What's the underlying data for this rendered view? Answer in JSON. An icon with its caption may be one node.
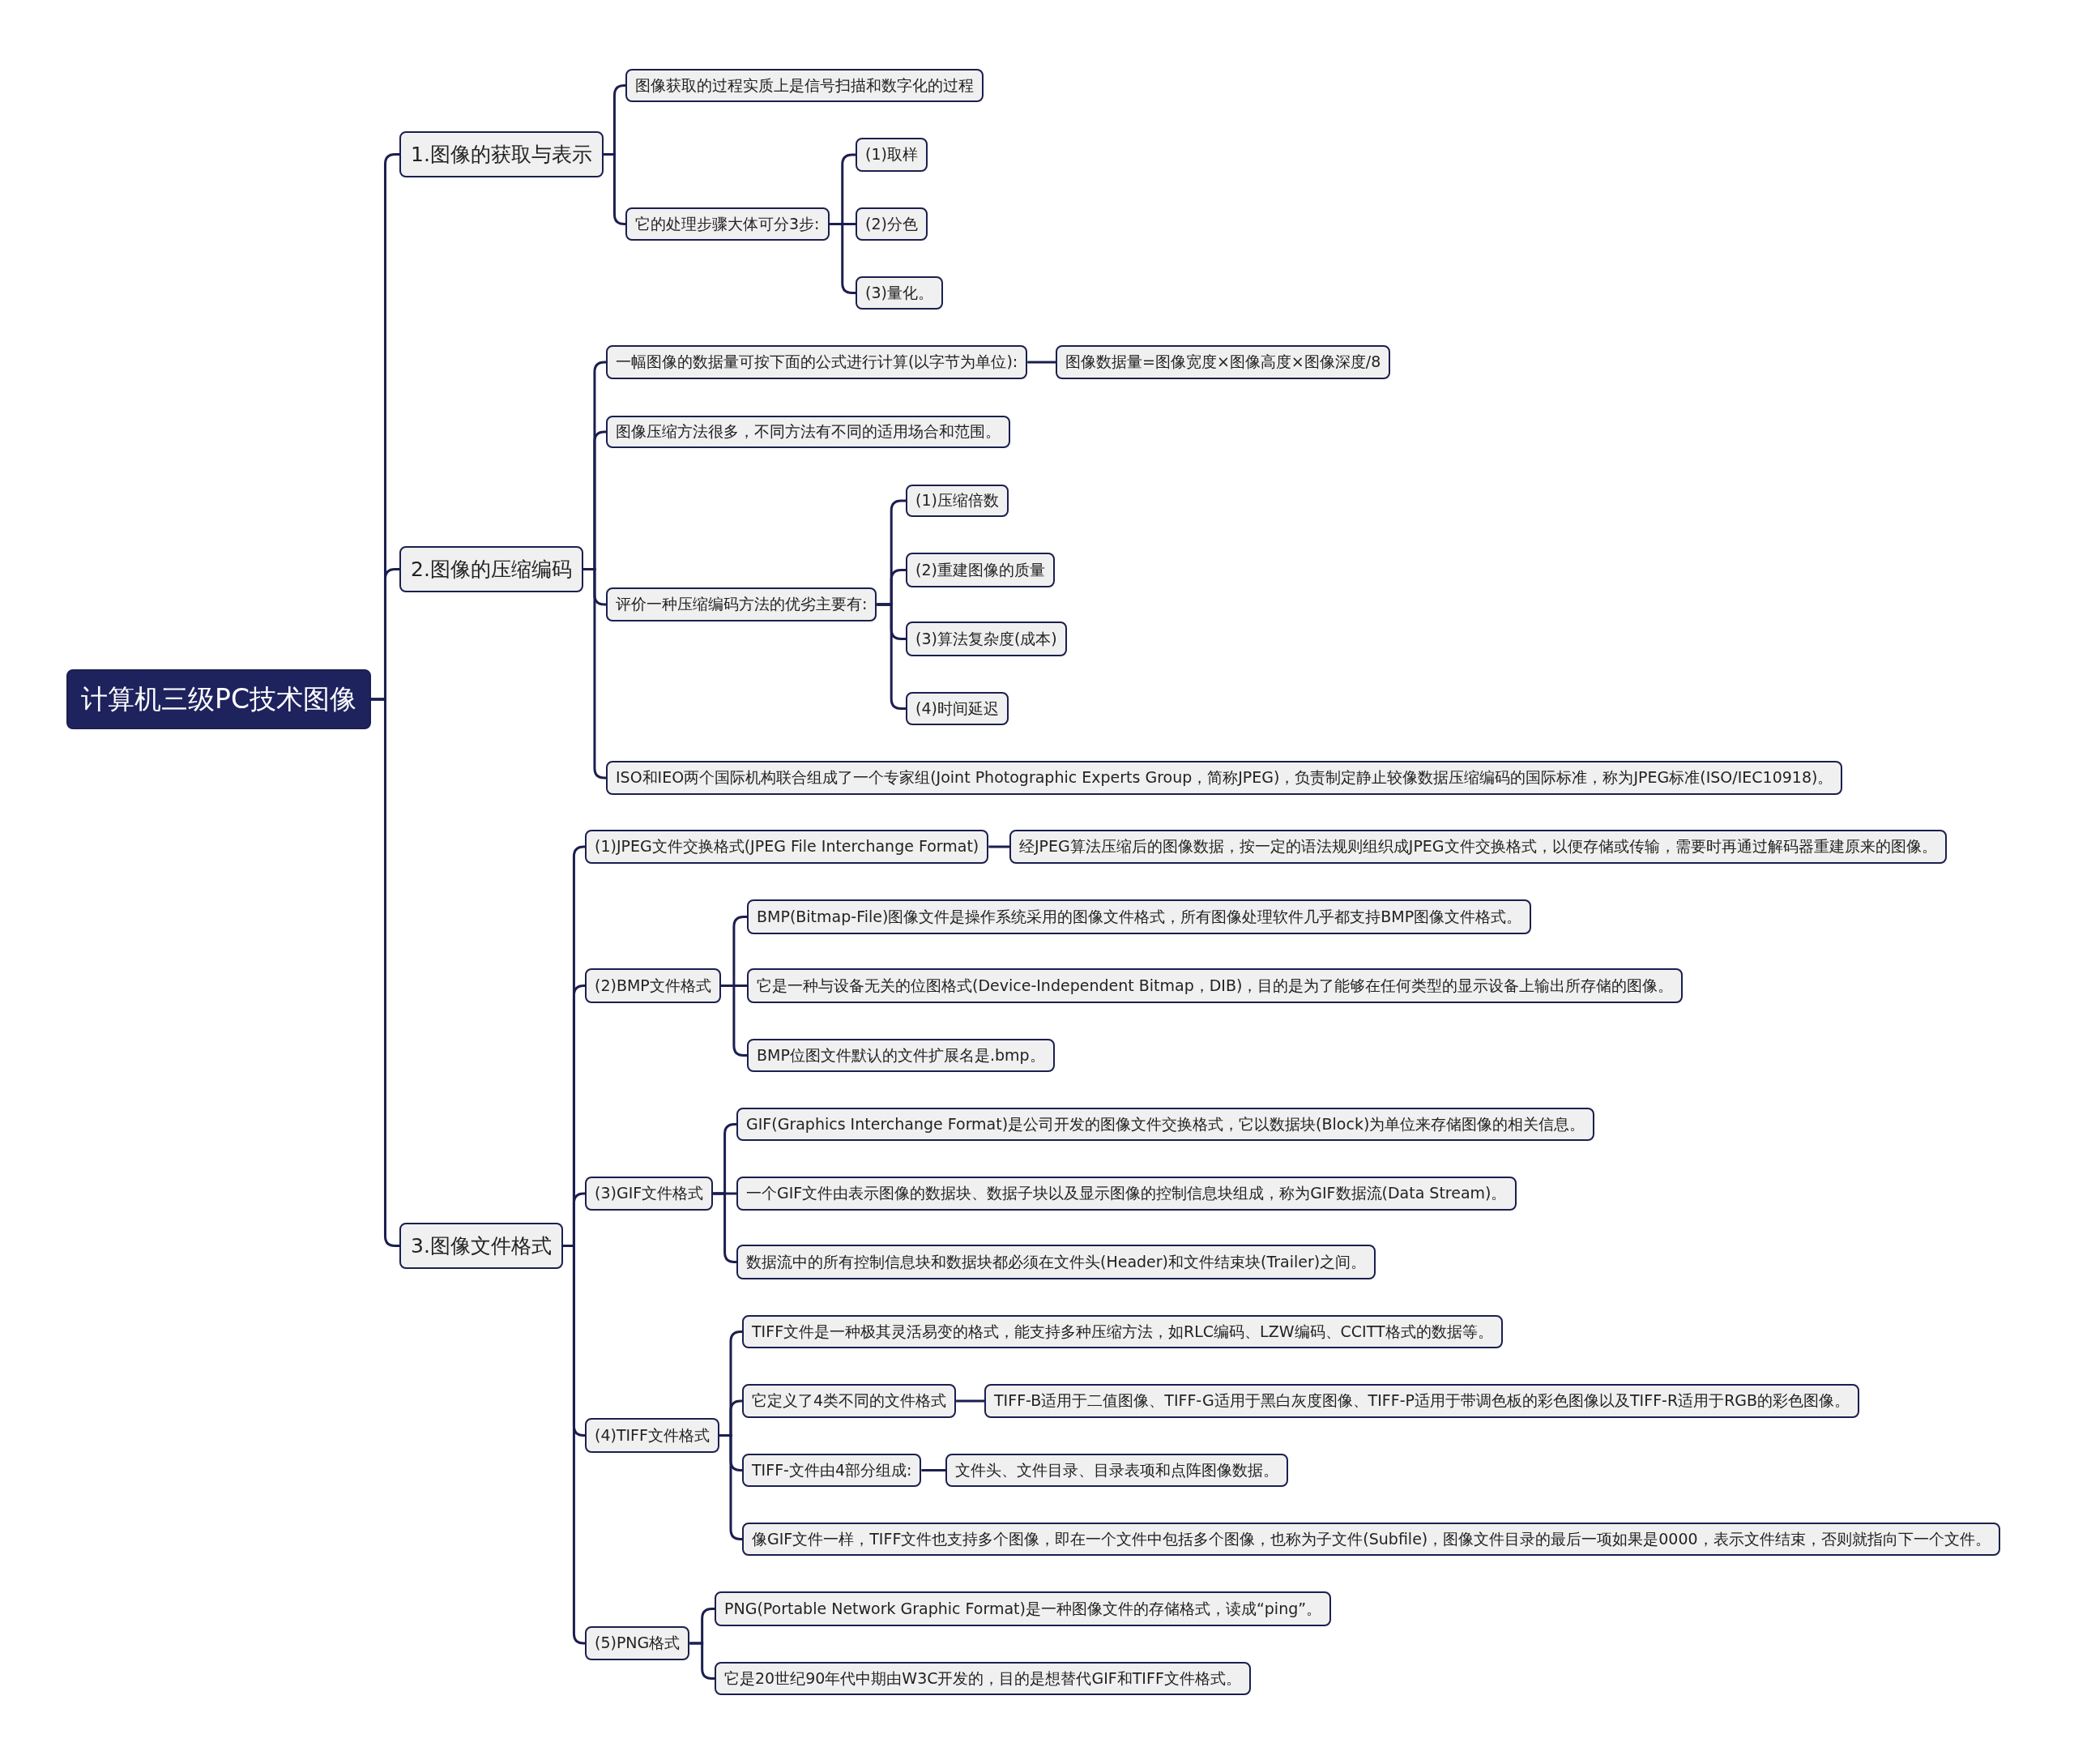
{
  "diagram": {
    "nodes": [
      {
        "text": [
          "计算机三级PC技术图像"
        ]
      },
      {
        "text": [
          "1.图像的获取与表示"
        ]
      },
      {
        "text": [
          "图像获取的过程实质上是信号扫描和数字化的过程"
        ]
      },
      {
        "text": [
          "它的处理步骤大体可分3步:"
        ]
      },
      {
        "text": [
          "(1)取样"
        ]
      },
      {
        "text": [
          "(2)分色"
        ]
      },
      {
        "text": [
          "(3)量化。"
        ]
      },
      {
        "text": [
          "2.图像的压缩编码"
        ]
      },
      {
        "text": [
          "一幅图像的数据量可按下面的公式进行计算(以字节为单位):"
        ]
      },
      {
        "text": [
          "图像数据量=图像宽度×图像高度×图像深度/8"
        ]
      },
      {
        "text": [
          "图像压缩方法很多，不同方法有不同的适用场合和范围。"
        ]
      },
      {
        "text": [
          "评价一种压缩编码方法的优劣主要有:"
        ]
      },
      {
        "text": [
          "(1)压缩倍数"
        ]
      },
      {
        "text": [
          "(2)重建图像的质量"
        ]
      },
      {
        "text": [
          "(3)算法复杂度(成本)"
        ]
      },
      {
        "text": [
          "(4)时间延迟"
        ]
      },
      {
        "text": [
          "ISO和IEO两个国际机构联合组成了一个专家组(Joint Photographic Experts Group，简称JPEG)，负责制定静止较像数据压缩编码的国际标准，称为JPEG标准(ISO/IEC10918)。"
        ]
      },
      {
        "text": [
          "3.图像文件格式"
        ]
      },
      {
        "text": [
          "(1)JPEG文件交换格式(JPEG File Interchange Format)"
        ]
      },
      {
        "text": [
          "经JPEG算法压缩后的图像数据，按一定的语法规则组织成JPEG文件交换格式，以便存储或传输，需要时再通过解码器重建原来的图像。"
        ]
      },
      {
        "text": [
          "(2)BMP文件格式"
        ]
      },
      {
        "text": [
          "BMP(Bitmap-File)图像文件是操作系统采用的图像文件格式，所有图像处理软件几乎都支持BMP图像文件格式。"
        ]
      },
      {
        "text": [
          "它是一种与设备无关的位图格式(Device-Independent Bitmap，DIB)，目的是为了能够在任何类型的显示设备上输出所存储的图像。"
        ]
      },
      {
        "text": [
          "BMP位图文件默认的文件扩展名是.bmp。"
        ]
      },
      {
        "text": [
          "(3)GIF文件格式"
        ]
      },
      {
        "text": [
          "GIF(Graphics Interchange Format)是公司开发的图像文件交换格式，它以数据块(Block)为单位来存储图像的相关信息。"
        ]
      },
      {
        "text": [
          "一个GIF文件由表示图像的数据块、数据子块以及显示图像的控制信息块组成，称为GIF数据流(Data Stream)。"
        ]
      },
      {
        "text": [
          "数据流中的所有控制信息块和数据块都必须在文件头(Header)和文件结束块(Trailer)之间。"
        ]
      },
      {
        "text": [
          "(4)TIFF文件格式"
        ]
      },
      {
        "text": [
          "TIFF文件是一种极其灵活易变的格式，能支持多种压缩方法，如RLC编码、LZW编码、CCITT格式的数据等。"
        ]
      },
      {
        "text": [
          "它定义了4类不同的文件格式"
        ]
      },
      {
        "text": [
          "TIFF-B适用于二值图像、TIFF-G适用于黑白灰度图像、TIFF-P适用于带调色板的彩色图像以及TIFF-R适用于RGB的彩色图像。"
        ]
      },
      {
        "text": [
          "TIFF-文件由4部分组成:"
        ]
      },
      {
        "text": [
          "文件头、文件目录、目录表项和点阵图像数据。"
        ]
      },
      {
        "text": [
          "像GIF文件一样，TIFF文件也支持多个图像，即在一个文件中包括多个图像，也称为子文件(Subfile)，图像文件目录的最后一项如果是0000，表示文件结束，否则就指向下一个文件。"
        ]
      },
      {
        "text": [
          "(5)PNG格式"
        ]
      },
      {
        "text": [
          "PNG(Portable Network Graphic Format)是一种图像文件的存储格式，读成“ping”。"
        ]
      },
      {
        "text": [
          "它是20世纪90年代中期由W3C开发的，目的是想替代GIF和TIFF文件格式。"
        ]
      }
    ],
    "edges": [
      {
        "from": 0,
        "to": 1,
        "arrow": "none"
      },
      {
        "from": 1,
        "to": 2,
        "arrow": "none"
      },
      {
        "from": 1,
        "to": 3,
        "arrow": "none"
      },
      {
        "from": 3,
        "to": 4,
        "arrow": "none"
      },
      {
        "from": 3,
        "to": 5,
        "arrow": "none"
      },
      {
        "from": 3,
        "to": 6,
        "arrow": "none"
      },
      {
        "from": 0,
        "to": 7,
        "arrow": "none"
      },
      {
        "from": 7,
        "to": 8,
        "arrow": "none"
      },
      {
        "from": 8,
        "to": 9,
        "arrow": "none"
      },
      {
        "from": 7,
        "to": 10,
        "arrow": "none"
      },
      {
        "from": 7,
        "to": 11,
        "arrow": "none"
      },
      {
        "from": 11,
        "to": 12,
        "arrow": "none"
      },
      {
        "from": 11,
        "to": 13,
        "arrow": "none"
      },
      {
        "from": 11,
        "to": 14,
        "arrow": "none"
      },
      {
        "from": 11,
        "to": 15,
        "arrow": "none"
      },
      {
        "from": 7,
        "to": 16,
        "arrow": "none"
      },
      {
        "from": 0,
        "to": 17,
        "arrow": "none"
      },
      {
        "from": 17,
        "to": 18,
        "arrow": "none"
      },
      {
        "from": 18,
        "to": 19,
        "arrow": "none"
      },
      {
        "from": 17,
        "to": 20,
        "arrow": "none"
      },
      {
        "from": 20,
        "to": 21,
        "arrow": "none"
      },
      {
        "from": 20,
        "to": 22,
        "arrow": "none"
      },
      {
        "from": 20,
        "to": 23,
        "arrow": "none"
      },
      {
        "from": 17,
        "to": 24,
        "arrow": "none"
      },
      {
        "from": 24,
        "to": 25,
        "arrow": "none"
      },
      {
        "from": 24,
        "to": 26,
        "arrow": "none"
      },
      {
        "from": 24,
        "to": 27,
        "arrow": "none"
      },
      {
        "from": 17,
        "to": 28,
        "arrow": "none"
      },
      {
        "from": 28,
        "to": 29,
        "arrow": "none"
      },
      {
        "from": 28,
        "to": 30,
        "arrow": "none"
      },
      {
        "from": 30,
        "to": 31,
        "arrow": "none"
      },
      {
        "from": 28,
        "to": 32,
        "arrow": "none"
      },
      {
        "from": 32,
        "to": 33,
        "arrow": "none"
      },
      {
        "from": 28,
        "to": 34,
        "arrow": "none"
      },
      {
        "from": 17,
        "to": 35,
        "arrow": "none"
      },
      {
        "from": 35,
        "to": 36,
        "arrow": "none"
      },
      {
        "from": 35,
        "to": 37,
        "arrow": "none"
      }
    ]
  }
}
